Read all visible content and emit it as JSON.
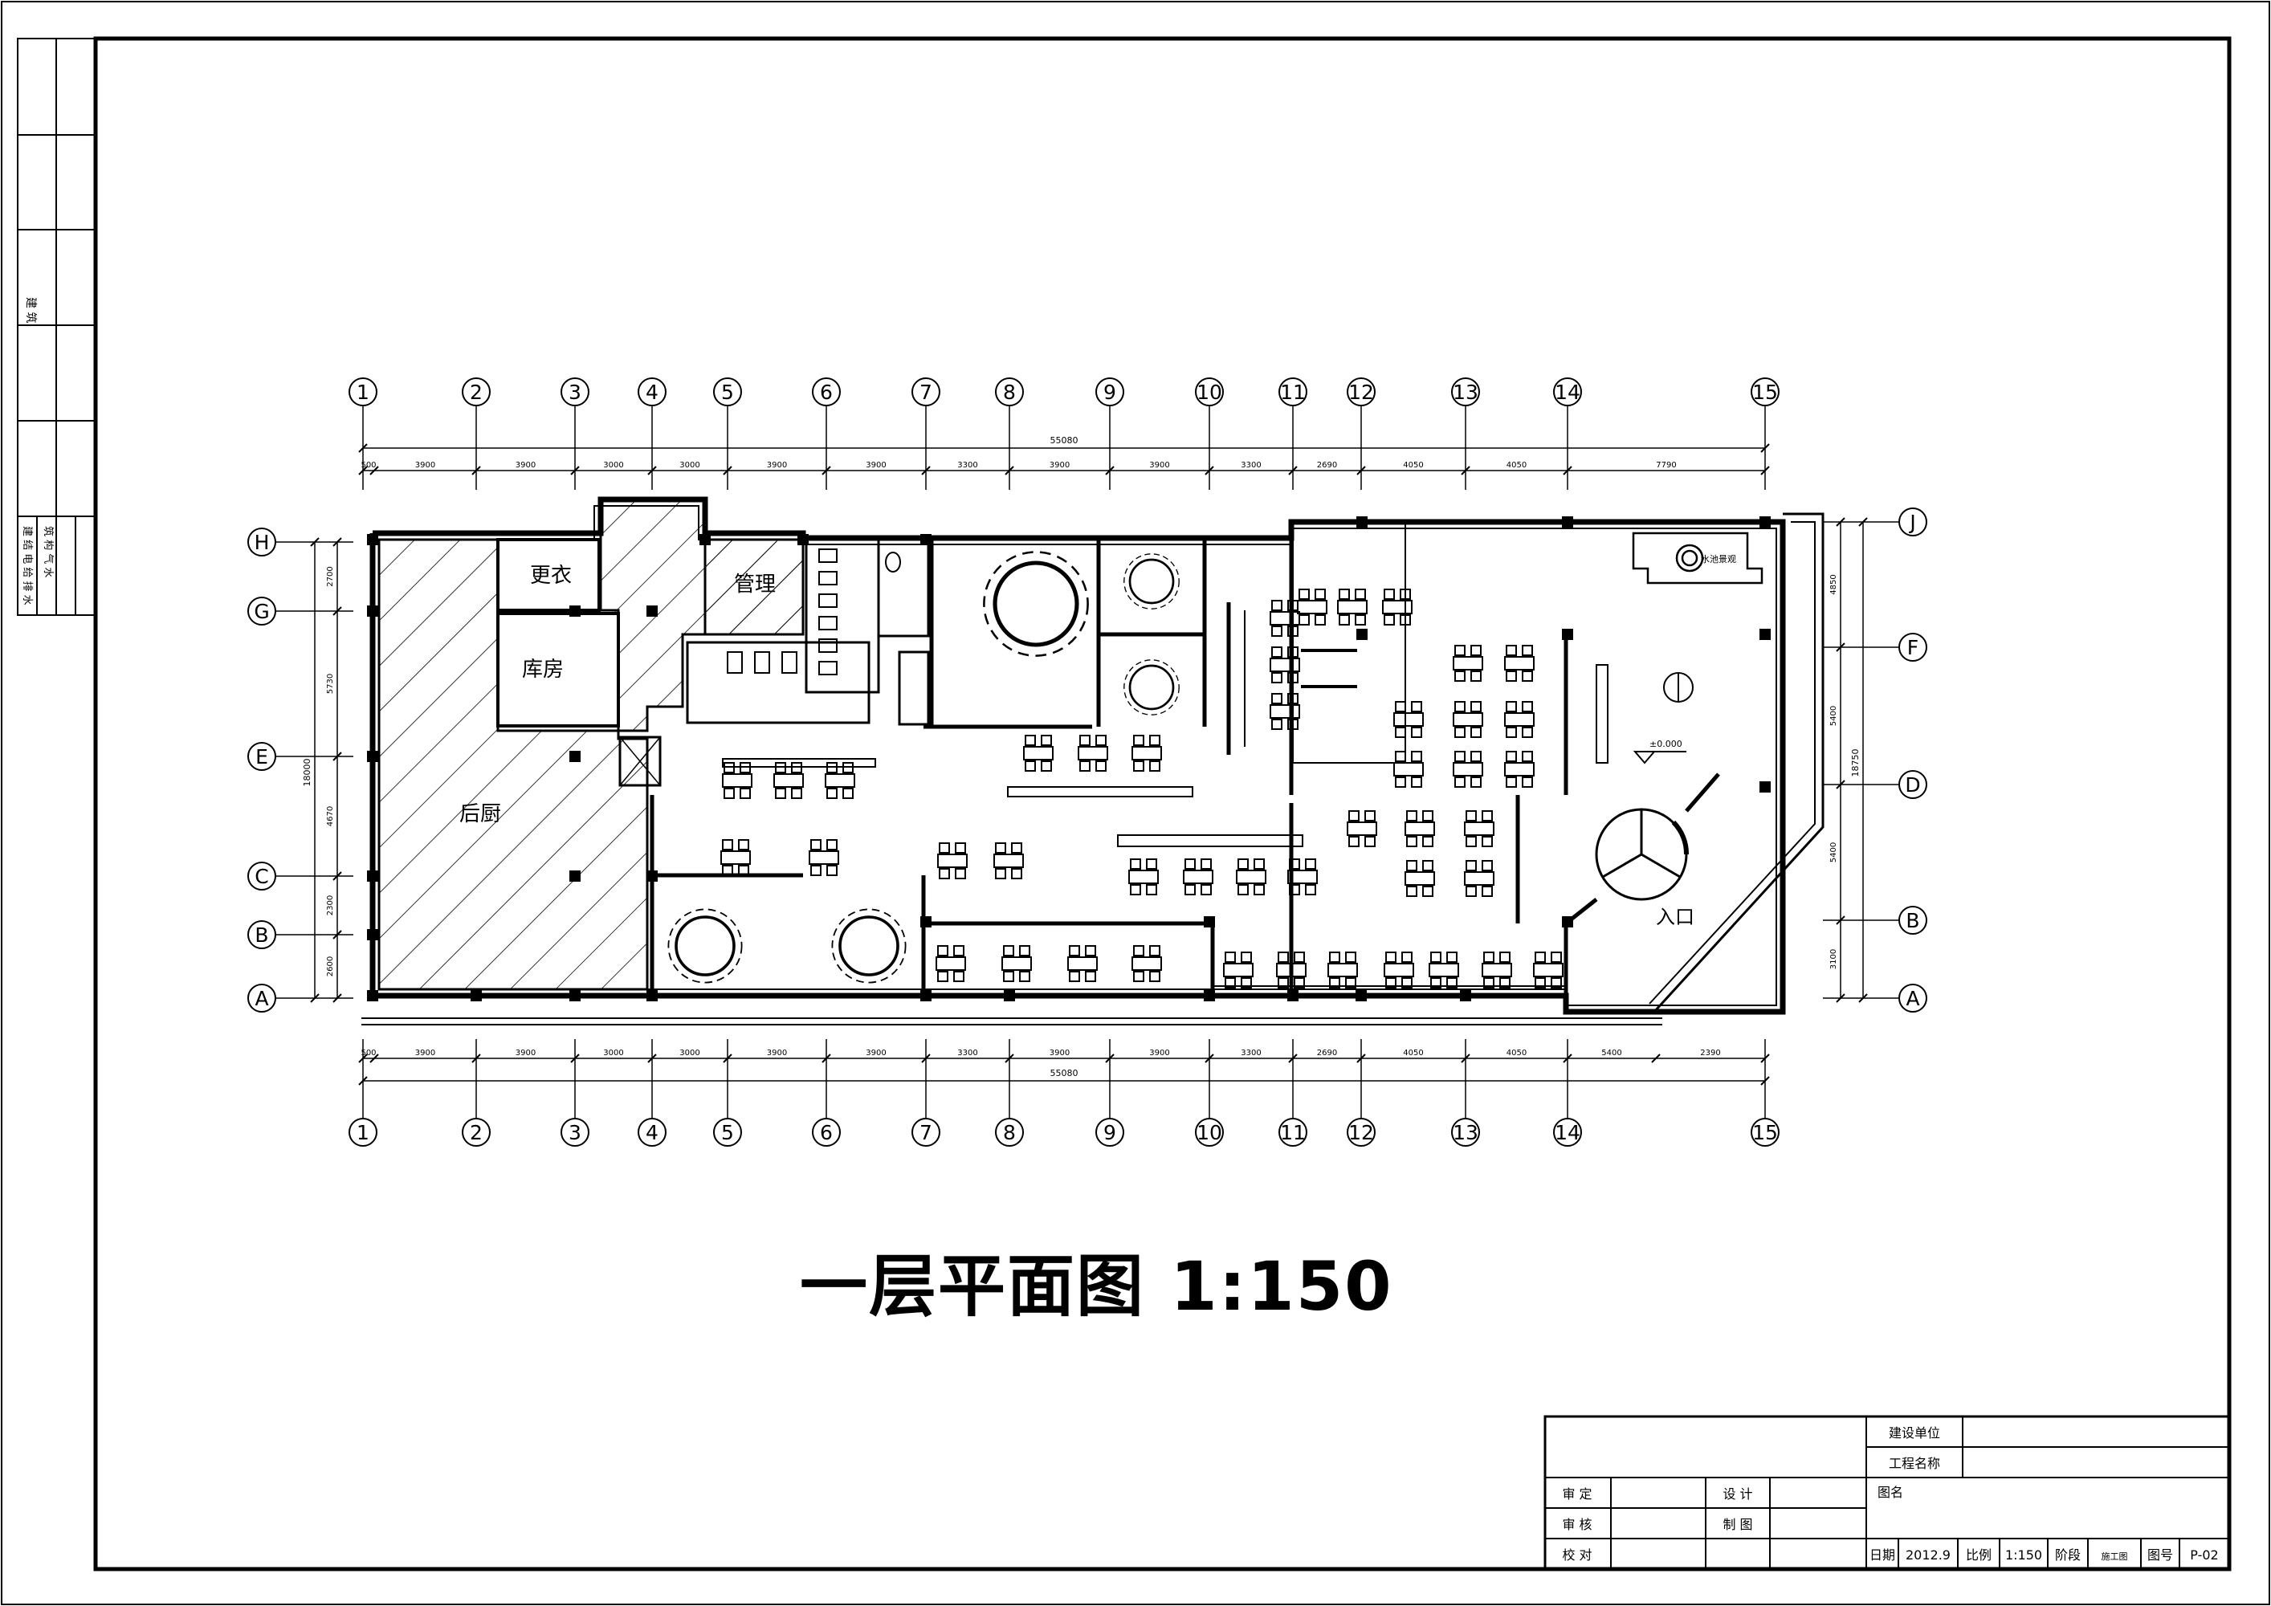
{
  "drawing_title": "一层平面图 1:150",
  "grid": {
    "top_axis": [
      "1",
      "2",
      "3",
      "4",
      "5",
      "6",
      "7",
      "8",
      "9",
      "10",
      "11",
      "12",
      "13",
      "14",
      "15"
    ],
    "bottom_axis": [
      "1",
      "2",
      "3",
      "4",
      "5",
      "6",
      "7",
      "8",
      "9",
      "10",
      "11",
      "12",
      "13",
      "14",
      "15"
    ],
    "left_axis": [
      "H",
      "G",
      "E",
      "C",
      "B",
      "A"
    ],
    "right_axis": [
      "J",
      "F",
      "D",
      "B",
      "A"
    ]
  },
  "dimensions": {
    "top_total": "55080",
    "top_segments": [
      "500",
      "3900",
      "3900",
      "3000",
      "3000",
      "3900",
      "3900",
      "3300",
      "3900",
      "3900",
      "3300",
      "2690",
      "4050",
      "4050",
      "7790"
    ],
    "bottom_total": "55080",
    "bottom_segments": [
      "500",
      "3900",
      "3900",
      "3000",
      "3000",
      "3900",
      "3900",
      "3300",
      "3900",
      "3900",
      "3300",
      "2690",
      "4050",
      "4050",
      "5400",
      "2390"
    ],
    "left_total": "18000",
    "left_segments": [
      "2700",
      "5730",
      "4670",
      "2300",
      "2600"
    ],
    "right_total": "18750",
    "right_segments": [
      "4850",
      "5400",
      "5400",
      "3100"
    ]
  },
  "rooms": {
    "changing": "更衣",
    "management": "管理",
    "storage": "库房",
    "kitchen": "后厨",
    "entrance": "入口",
    "water_feature": "水池景观",
    "elevation": "±0.000"
  },
  "side_strip": {
    "label_a": "建 筑",
    "label_b": "建 结 电 给 排 水",
    "label_c": "筑 构 气 水"
  },
  "title_block": {
    "client_label": "建设单位",
    "project_label": "工程名称",
    "drawing_name_label": "图名",
    "approve_label": "审 定",
    "review_label": "审 核",
    "check_label": "校 对",
    "design_label": "设 计",
    "draft_label": "制 图",
    "date_label": "日期",
    "date_value": "2012.9",
    "scale_label": "比例",
    "scale_value": "1:150",
    "phase_label": "阶段",
    "phase_value": "施工图",
    "sheet_label": "图号",
    "sheet_value": "P-02"
  }
}
